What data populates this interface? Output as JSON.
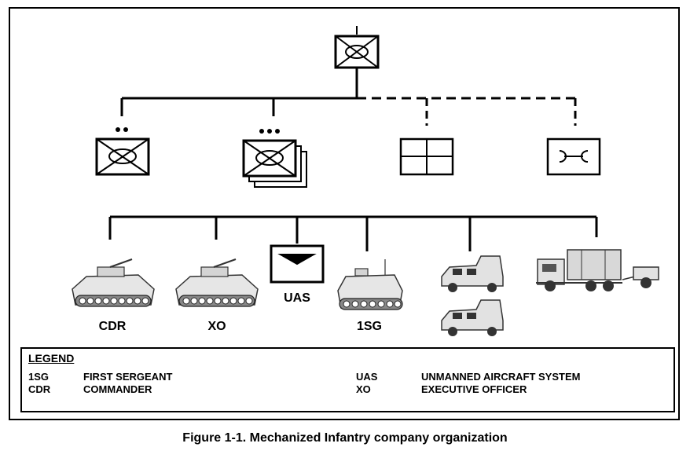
{
  "labels": {
    "cdr": "CDR",
    "xo": "XO",
    "uas": "UAS",
    "first_sgt": "1SG"
  },
  "legend": {
    "title": "LEGEND",
    "entries": [
      {
        "abbr": "1SG",
        "meaning": "FIRST SERGEANT"
      },
      {
        "abbr": "CDR",
        "meaning": "COMMANDER"
      },
      {
        "abbr": "UAS",
        "meaning": "UNMANNED AIRCRAFT SYSTEM"
      },
      {
        "abbr": "XO",
        "meaning": "EXECUTIVE OFFICER"
      }
    ]
  },
  "caption": "Figure 1-1. Mechanized Infantry company organization"
}
